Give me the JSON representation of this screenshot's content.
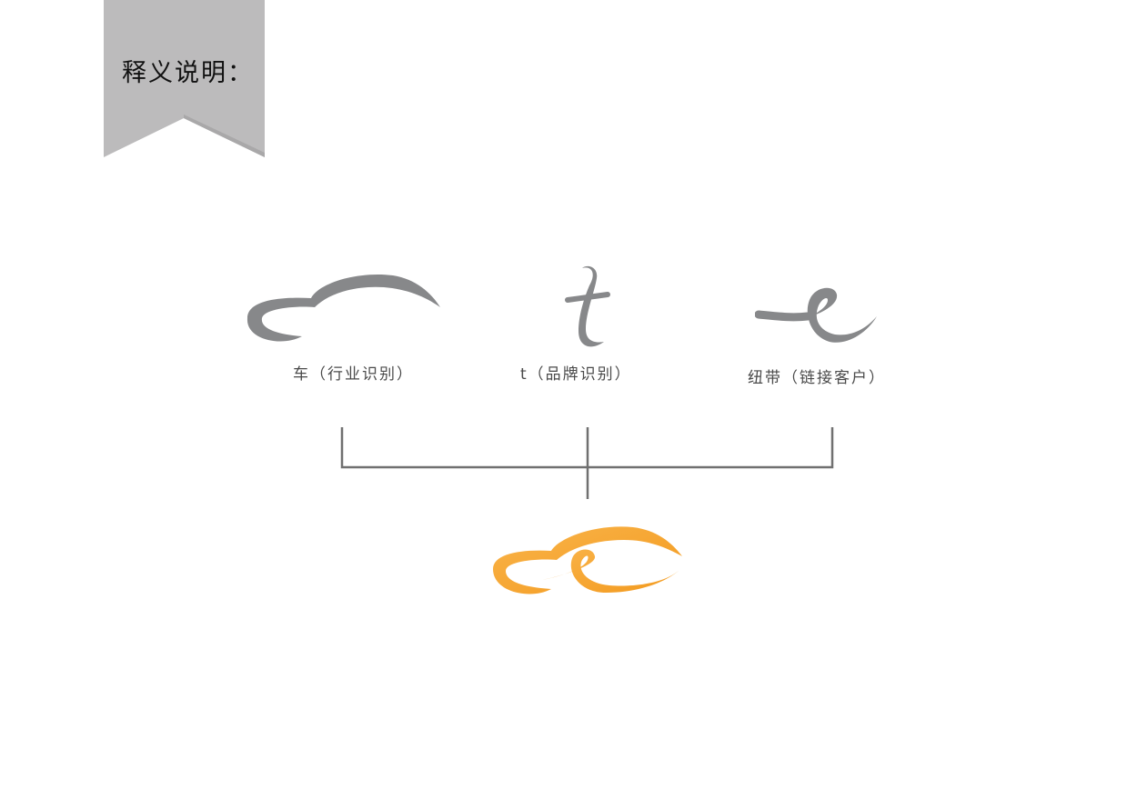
{
  "header": {
    "title": "释义说明："
  },
  "elements": [
    {
      "id": "car",
      "label": "车（行业识别）"
    },
    {
      "id": "t",
      "label": "t（品牌识别）"
    },
    {
      "id": "ribbon",
      "label": "纽带（链接客户）"
    }
  ],
  "colors": {
    "ribbon_bg": "#bcbbbc",
    "ribbon_fold": "#a9a8a9",
    "mark_gray": "#87888a",
    "line": "#707070",
    "logo_orange": "#f39a1f",
    "logo_orange_light": "#f9b44a"
  }
}
